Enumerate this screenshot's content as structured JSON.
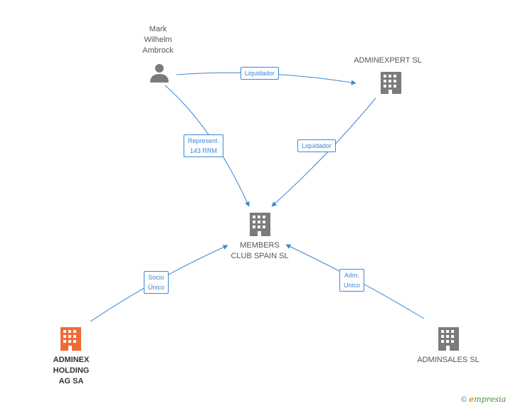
{
  "colors": {
    "edge": "#3b87d8",
    "company": "#7b7b7b",
    "highlight_company": "#f26a35",
    "person": "#7b7b7b"
  },
  "nodes": {
    "person": {
      "label": "Mark\nWilhelm\nAmbrock",
      "icon": "person-icon"
    },
    "adminexpert": {
      "label": "ADMINEXPERT SL",
      "icon": "building-icon"
    },
    "members": {
      "label": "MEMBERS\nCLUB SPAIN SL",
      "icon": "building-icon"
    },
    "adminex": {
      "label": "ADMINEX\nHOLDING\nAG SA",
      "icon": "building-icon"
    },
    "adminsales": {
      "label": "ADMINSALES SL",
      "icon": "building-icon"
    }
  },
  "edges": {
    "person_adminexpert": "Liquidador",
    "person_members": "Represent.\n143 RRM",
    "adminexpert_members": "Liquidador",
    "adminex_members": "Socio\nÚnico",
    "adminsales_members": "Adm.\nUnico"
  },
  "watermark": {
    "symbol": "©",
    "brand_first": "e",
    "brand_rest": "mpresia"
  }
}
